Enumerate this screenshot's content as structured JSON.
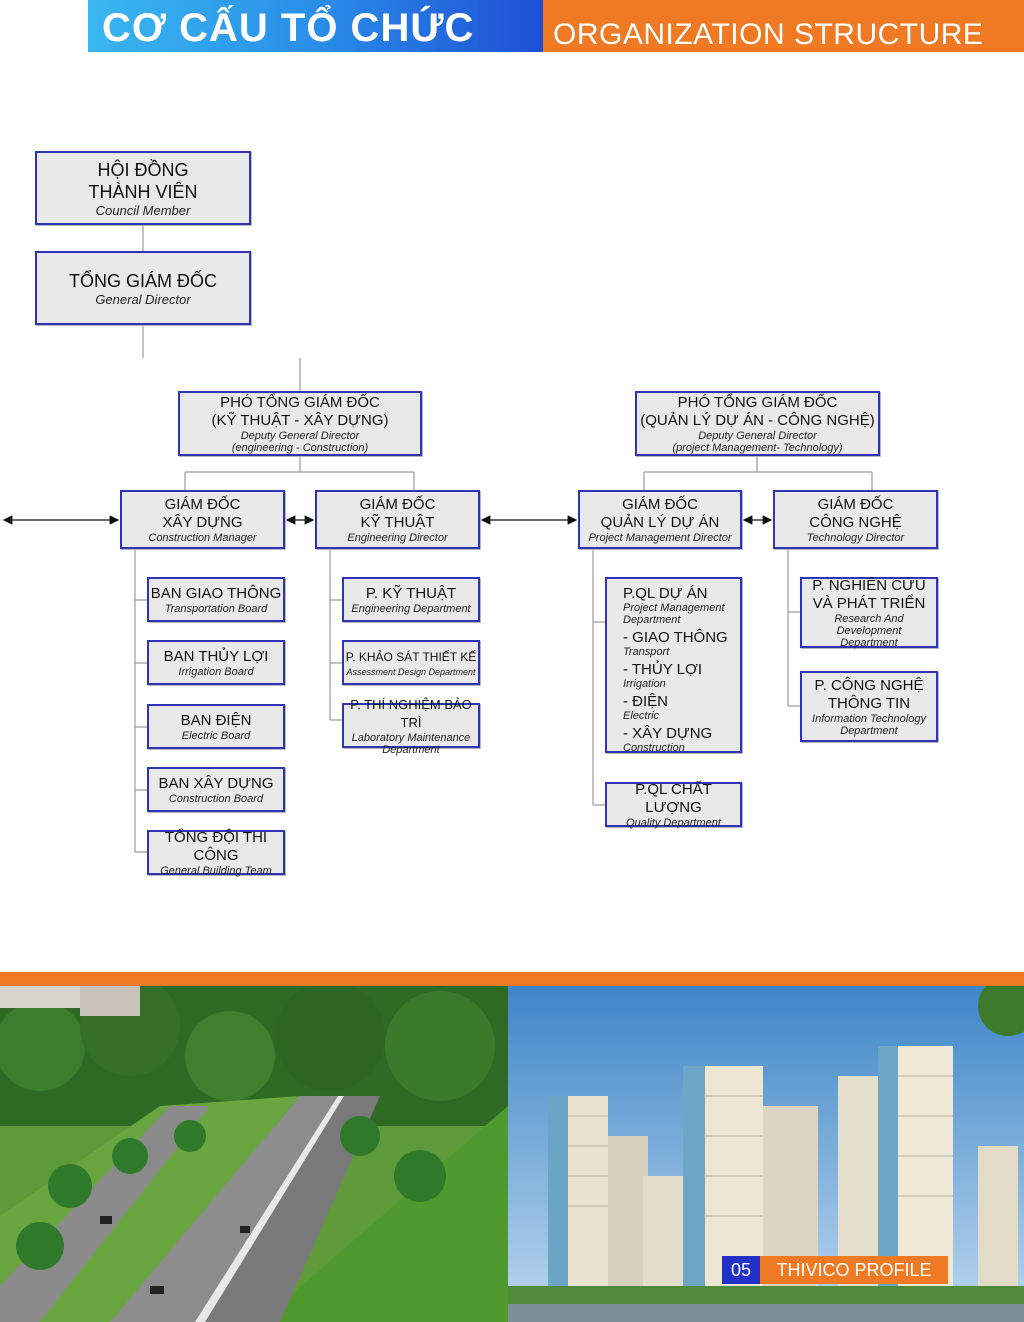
{
  "header": {
    "title_vn": "CƠ CẤU TỔ CHỨC",
    "title_en": "ORGANIZATION STRUCTURE"
  },
  "org": {
    "council": {
      "vn": "HỘI ĐỒNG\nTHÀNH VIÊN",
      "en": "Council Member"
    },
    "general_director": {
      "vn": "TỔNG GIÁM ĐỐC",
      "en": "General Director"
    },
    "deputy_engineering": {
      "vn": "PHÓ TỔNG GIÁM ĐỐC\n(KỸ THUẬT - XÂY DỰNG)",
      "en": "Deputy General Director\n(engineering - Construction)"
    },
    "deputy_project": {
      "vn": "PHÓ TỔNG GIÁM ĐỐC\n(QUẢN LÝ DỰ ÁN - CÔNG NGHỆ)",
      "en": "Deputy General Director\n(project Management- Technology)"
    },
    "construction_manager": {
      "vn": "GIÁM ĐỐC\nXÂY DỰNG",
      "en": "Construction Manager"
    },
    "engineering_director": {
      "vn": "GIÁM ĐỐC\nKỸ THUẬT",
      "en": "Engineering Director"
    },
    "project_director": {
      "vn": "GIÁM ĐỐC\nQUẢN LÝ DỰ ÁN",
      "en": "Project Management Director"
    },
    "technology_director": {
      "vn": "GIÁM ĐỐC\nCÔNG NGHỆ",
      "en": "Technology Director"
    },
    "construction_boards": [
      {
        "vn": "BAN GIAO THÔNG",
        "en": "Transportation Board"
      },
      {
        "vn": "BAN THỦY LỢI",
        "en": "Irrigation Board"
      },
      {
        "vn": "BAN ĐIỆN",
        "en": "Electric Board"
      },
      {
        "vn": "BAN XÂY DỰNG",
        "en": "Construction Board"
      },
      {
        "vn": "TỔNG ĐỘI THI CÔNG",
        "en": "General Building Team"
      }
    ],
    "engineering_depts": [
      {
        "vn": "P. KỸ THUẬT",
        "en": "Engineering Department"
      },
      {
        "vn": "P. KHẢO SÁT THIẾT KẾ",
        "en": "Assessment Design Department"
      },
      {
        "vn": "P. THÍ NGHIỆM BẢO TRÌ",
        "en": "Laboratory Maintenance\nDepartment"
      }
    ],
    "project_dept": {
      "vn": "P.QL DỰ ÁN",
      "en": "Project Management\nDepartment",
      "items": [
        {
          "vn": "- GIAO THÔNG",
          "en": "Transport"
        },
        {
          "vn": "- THỦY LỢI",
          "en": "Irrigation"
        },
        {
          "vn": "- ĐIỆN",
          "en": "Electric"
        },
        {
          "vn": "- XÂY DỰNG",
          "en": "Construction"
        }
      ]
    },
    "quality_dept": {
      "vn": "P.QL CHẤT LƯỢNG",
      "en": "Quality Department"
    },
    "rd_dept": {
      "vn": "P. NGHIÊN CỨU\nVÀ PHÁT TRIỂN",
      "en": "Research And Development\nDepartment"
    },
    "it_dept": {
      "vn": "P. CÔNG NGHỆ\nTHÔNG TIN",
      "en": "Information Technology\nDepartment"
    }
  },
  "footer": {
    "page_number": "05",
    "page_label": "THIVICO PROFILE"
  },
  "colors": {
    "orange": "#ef7a23",
    "blue": "#2330c8",
    "box_border": "#2e33b8",
    "box_fill": "#e9e9e9"
  }
}
